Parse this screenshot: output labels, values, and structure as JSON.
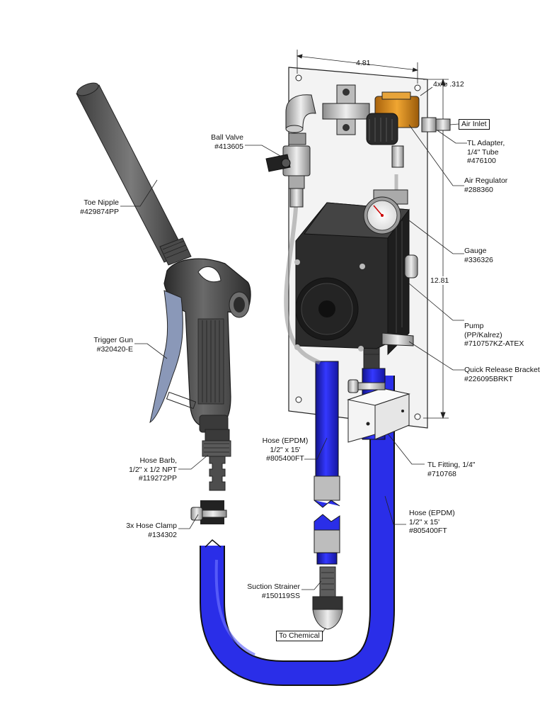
{
  "colors": {
    "hose": "#2326d6",
    "hose_dark": "#11138a",
    "panel": "#f2f2f2",
    "pump": "#2b2b2b",
    "regulator": "#d58a16",
    "gun": "#4a4a4a",
    "trigger": "#8a98b8"
  },
  "dimensions": {
    "width": "4.81",
    "height": "12.81",
    "holes": "4x ⌀ .312"
  },
  "labels": {
    "toe_nipple": {
      "name": "Toe Nipple",
      "part": "#429874PP"
    },
    "trigger_gun": {
      "name": "Trigger Gun",
      "part": "#320420-E"
    },
    "hose_barb": {
      "line1": "Hose Barb,",
      "line2": "1/2\" x 1/2 NPT",
      "part": "#119272PP"
    },
    "hose_clamp": {
      "name": "3x Hose Clamp",
      "part": "#134302"
    },
    "ball_valve": {
      "name": "Ball Valve",
      "part": "#413605"
    },
    "air_inlet": "Air Inlet",
    "tl_adapter": {
      "line1": "TL Adapter,",
      "line2": "1/4\" Tube",
      "part": "#476100"
    },
    "air_regulator": {
      "name": "Air Regulator",
      "part": "#288360"
    },
    "gauge": {
      "name": "Gauge",
      "part": "#336326"
    },
    "pump": {
      "name": "Pump",
      "line2": "(PP/Kalrez)",
      "part": "#710757KZ-ATEX"
    },
    "bracket": {
      "name": "Quick Release Bracket",
      "part": "#226095BRKT"
    },
    "hose_left": {
      "line1": "Hose (EPDM)",
      "line2": "1/2\" x 15'",
      "part": "#805400FT"
    },
    "tl_fitting": {
      "name": "TL Fitting, 1/4\"",
      "part": "#710768"
    },
    "hose_right": {
      "line1": "Hose (EPDM)",
      "line2": "1/2\" x 15'",
      "part": "#805400FT"
    },
    "strainer": {
      "name": "Suction Strainer",
      "part": "#150119SS"
    },
    "to_chemical": "To Chemical"
  }
}
